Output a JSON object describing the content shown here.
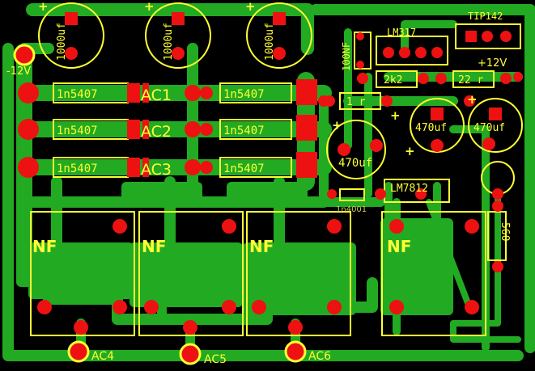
{
  "colors": {
    "background": "#000000",
    "copper": "#22aa22",
    "pad": "#ee1111",
    "silkscreen": "#ffff33"
  },
  "labels": {
    "cap1": "1000uf",
    "cap2": "1000uf",
    "cap3": "1000uf",
    "cap470a": "470uf",
    "cap470b": "470uf",
    "cap470c": "470uf",
    "cap100n": "100NF",
    "reg_lm317": "LM317",
    "reg_tip": "TIP142",
    "reg_lm7812": "LM7812",
    "res_2k2": "2k2",
    "res_22r": "22 r",
    "res_1r": "1 r",
    "res_560": "560",
    "diode_1n4001": "1n4001",
    "d1": "1n5407",
    "d2": "1n5407",
    "d3": "1n5407",
    "d4": "1n5407",
    "d5": "1n5407",
    "d6": "1n5407",
    "ac1": "AC1",
    "ac2": "AC2",
    "ac3": "AC3",
    "ac4": "AC4",
    "ac5": "AC5",
    "ac6": "AC6",
    "nf1": "NF",
    "nf2": "NF",
    "nf3": "NF",
    "nf4": "NF",
    "minus12v": "-12V",
    "plus12v": "+12V",
    "plus1": "+",
    "plus2": "+",
    "plus3": "+",
    "plus4": "+",
    "plus5": "+",
    "plus6": "+",
    "plus7": "+"
  }
}
